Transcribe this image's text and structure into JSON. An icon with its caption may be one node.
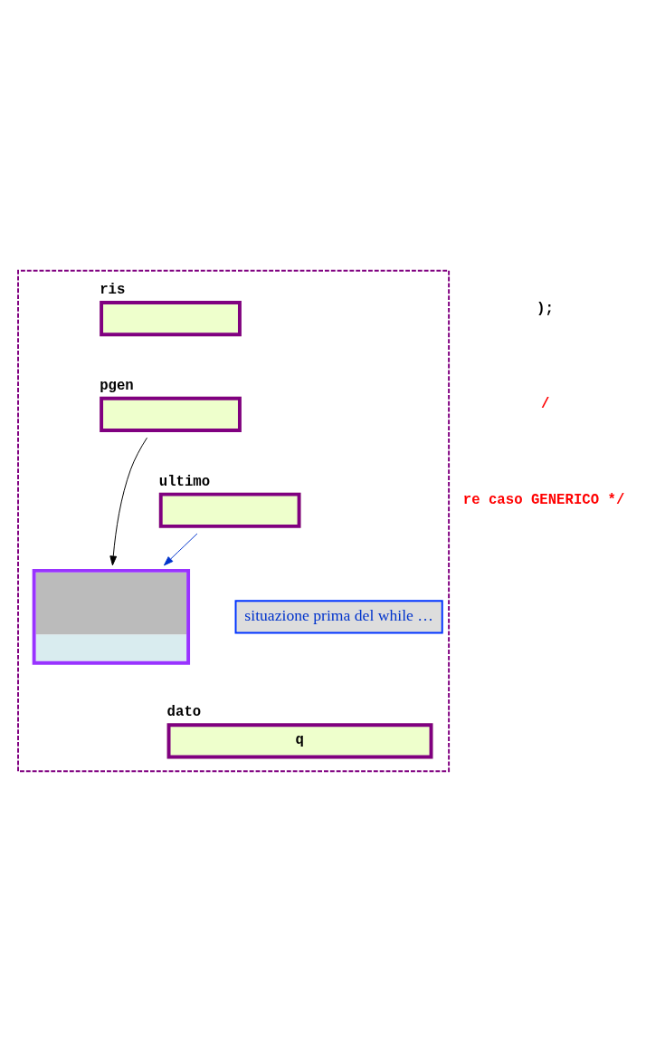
{
  "diagram": {
    "nodes": [
      {
        "text": [],
        "shape": "box"
      },
      {
        "text": [
          "ris"
        ],
        "in": 0
      },
      {
        "text": [
          "pgen"
        ],
        "in": 0
      },
      {
        "text": [],
        "shape": "box",
        "in": 0
      },
      {
        "text": [
          "ultimo"
        ],
        "in": 0
      },
      {
        "text": [
          "situazione prima del while …"
        ],
        "in": 0
      },
      {
        "text": [
          "dato",
          "q"
        ],
        "in": 0
      }
    ],
    "edges": [
      {
        "from": 2,
        "to": 3,
        "arrow": "to"
      },
      {
        "from": 4,
        "to": 3,
        "arrow": "to",
        "color": "#0033cc"
      }
    ],
    "labels": [
      ");",
      "/",
      "re caso GENERICO */"
    ]
  }
}
